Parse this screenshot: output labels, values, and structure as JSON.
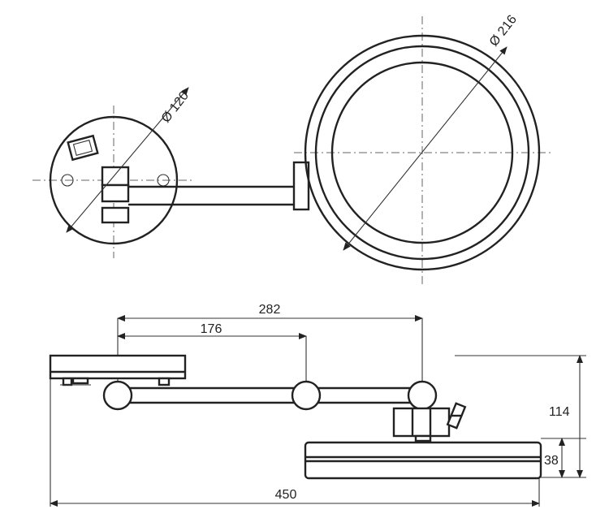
{
  "dimensions": {
    "wall_plate_diameter": "Ø 120",
    "mirror_diameter": "Ø 216",
    "reach_inner": "176",
    "reach_outer": "282",
    "height_total": "114",
    "mirror_thickness": "38",
    "length_total": "450"
  },
  "colors": {
    "line": "#222222",
    "background": "#ffffff"
  }
}
